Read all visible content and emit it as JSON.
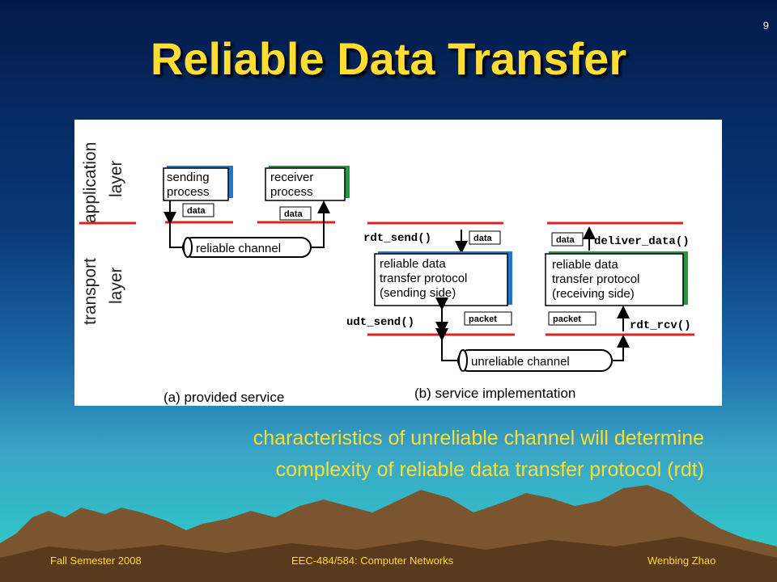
{
  "slide_number": "9",
  "title": "Reliable Data Transfer",
  "diagram": {
    "layer_application_1": "application",
    "layer_application_2": "layer",
    "layer_transport_1": "transport",
    "layer_transport_2": "layer",
    "sending_process_1": "sending",
    "sending_process_2": "process",
    "receiver_process_1": "receiver",
    "receiver_process_2": "process",
    "data": "data",
    "reliable_channel": "reliable channel",
    "caption_a": "(a)  provided service",
    "rdt_send": "rdt_send()",
    "deliver_data": "deliver_data()",
    "send_proto_1": "reliable data",
    "send_proto_2": "transfer protocol",
    "send_proto_3": "(sending side)",
    "recv_proto_1": "reliable data",
    "recv_proto_2": "transfer protocol",
    "recv_proto_3": "(receiving side)",
    "udt_send": "udt_send()",
    "rdt_rcv": "rdt_rcv()",
    "packet": "packet",
    "unreliable_channel": "unreliable channel",
    "caption_b": "(b) service implementation"
  },
  "caption_line1": "characteristics of unreliable channel will determine",
  "caption_line2": "complexity of reliable data transfer protocol (rdt)",
  "footer": {
    "left": "Fall Semester 2008",
    "center": "EEC-484/584: Computer Networks",
    "right": "Wenbing Zhao"
  },
  "colors": {
    "title": "#ffdd33",
    "process_box_shadow_blue": "#2277cc",
    "process_box_shadow_green": "#229944",
    "layer_line": "#dd2222"
  }
}
